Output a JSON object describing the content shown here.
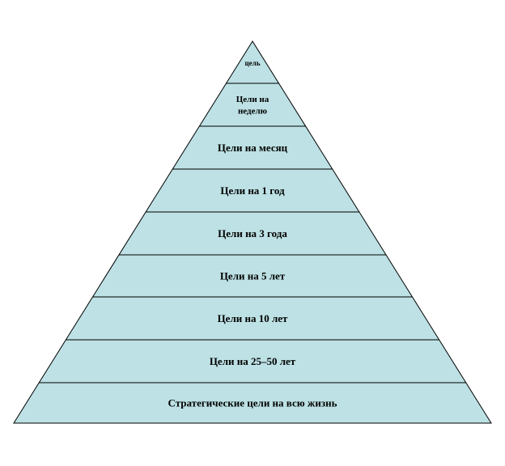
{
  "pyramid": {
    "fill_color": "#bde1e4",
    "line_color": "#000000",
    "levels": [
      {
        "lines": [
          "цель"
        ]
      },
      {
        "lines": [
          "Цели на",
          "неделю"
        ]
      },
      {
        "lines": [
          "Цели на месяц"
        ]
      },
      {
        "lines": [
          "Цели на 1 год"
        ]
      },
      {
        "lines": [
          "Цели на 3 года"
        ]
      },
      {
        "lines": [
          "Цели на 5 лет"
        ]
      },
      {
        "lines": [
          "Цели на 10 лет"
        ]
      },
      {
        "lines": [
          "Цели на 25–50 лет"
        ]
      },
      {
        "lines": [
          "Стратегические цели на всю жизнь"
        ]
      }
    ]
  }
}
